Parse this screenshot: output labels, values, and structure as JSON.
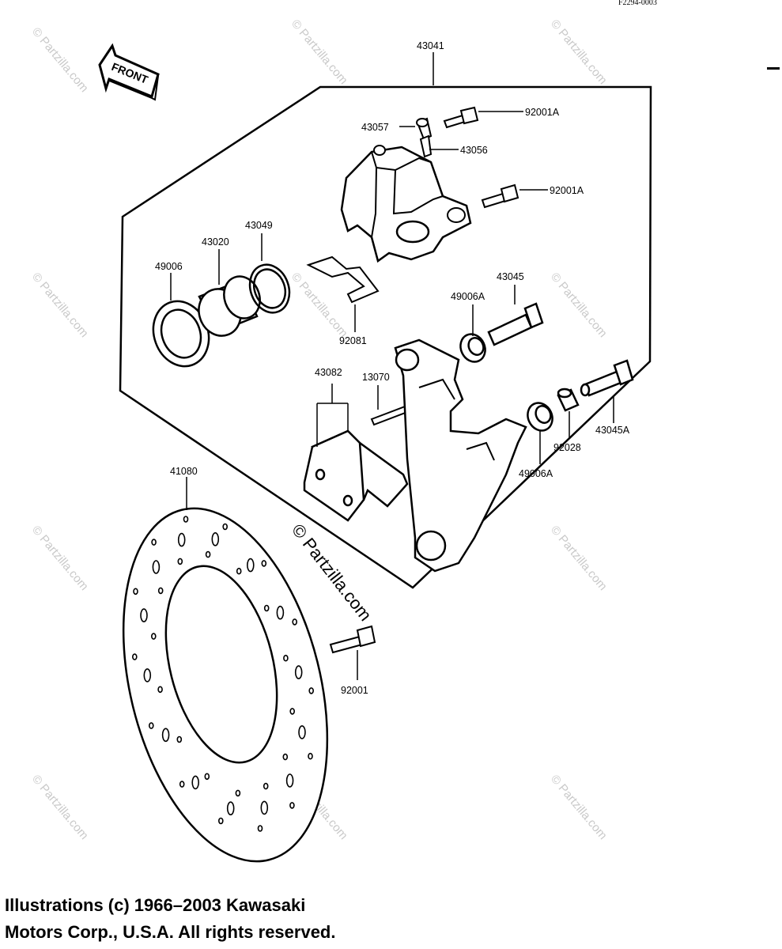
{
  "figure_code": "F2294-0003",
  "watermark": "© Partzilla.com",
  "center_watermark": "© Partzilla.com",
  "front_label": "FRONT",
  "copyright_line1": "Illustrations (c) 1966–2003 Kawasaki",
  "copyright_line2": "Motors Corp., U.S.A.  All rights reserved.",
  "callouts": {
    "c43041": "43041",
    "c92001A_1": "92001A",
    "c43057": "43057",
    "c43056": "43056",
    "c92001A_2": "92001A",
    "c43049": "43049",
    "c43020": "43020",
    "c49006": "49006",
    "c43045": "43045",
    "c49006A_1": "49006A",
    "c92081": "92081",
    "c43082": "43082",
    "c13070": "13070",
    "c43045A": "43045A",
    "c92028": "92028",
    "c49006A_2": "49006A",
    "c41080": "41080",
    "c92001": "92001"
  }
}
